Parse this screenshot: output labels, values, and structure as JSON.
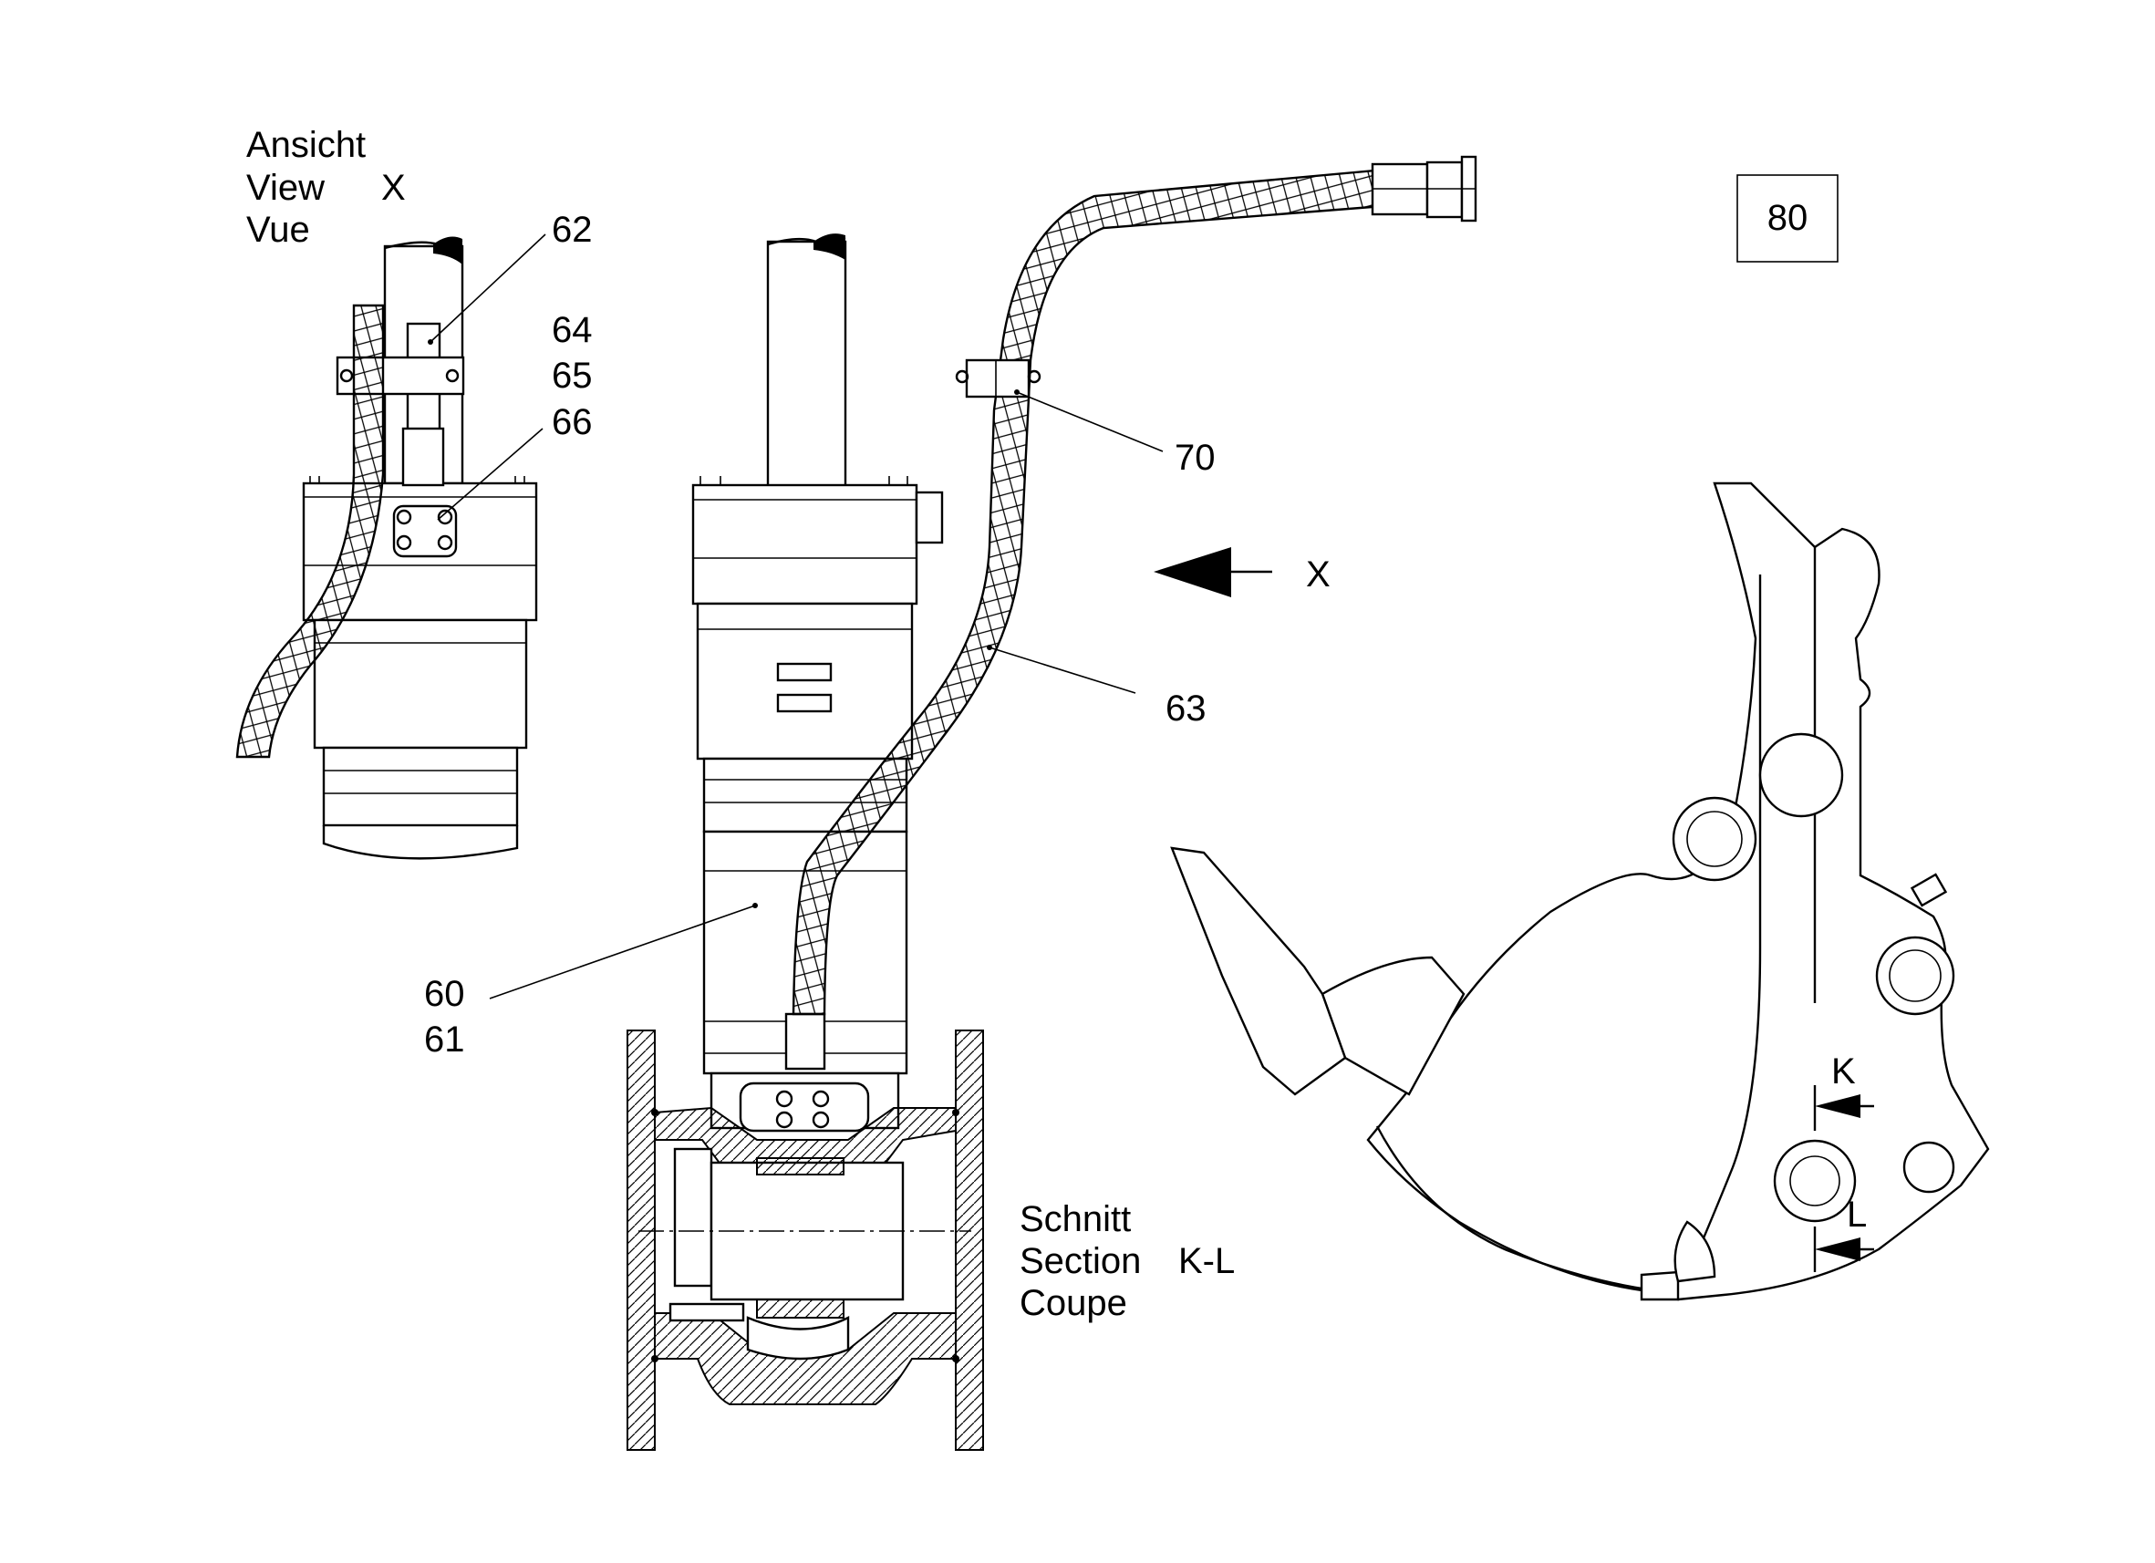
{
  "view_title": {
    "line1": "Ansicht",
    "line2": "View",
    "line3": "Vue",
    "letter": "X"
  },
  "section_title": {
    "line1": "Schnitt",
    "line2": "Section",
    "line3": "Coupe",
    "letters": "K-L"
  },
  "page_box": "80",
  "callouts": {
    "c62": "62",
    "c64": "64",
    "c65": "65",
    "c66": "66",
    "c70": "70",
    "c63": "63",
    "c60": "60",
    "c61": "61"
  },
  "arrows": {
    "view_x": "X",
    "section_k": "K",
    "section_l": "L"
  }
}
